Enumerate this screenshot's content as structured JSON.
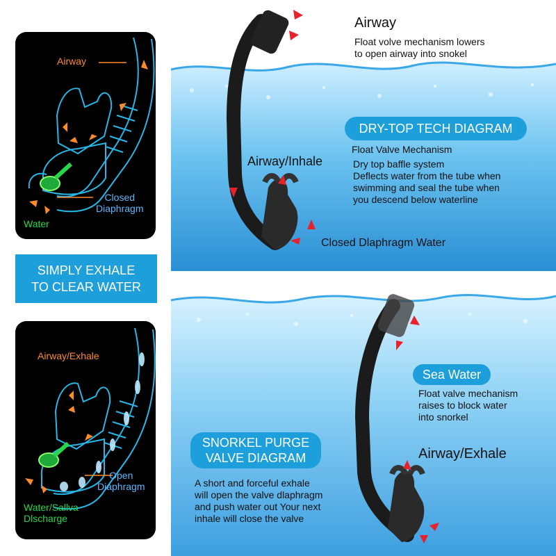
{
  "left_top_card": {
    "airway_label": "Airway",
    "closed_label_line1": "Closed",
    "closed_label_line2": "Diaphragm",
    "water_label": "Water"
  },
  "exhale_banner": {
    "line1": "SIMPLY EXHALE",
    "line2": "TO CLEAR WATER"
  },
  "left_bottom_card": {
    "airway_label": "Airway/Exhale",
    "open_label_line1": "Open",
    "open_label_line2": "Diaphragm",
    "water_label_line1": "Water/Sallva",
    "water_label_line2": "Dlscharge"
  },
  "top_panel": {
    "airway_title": "Airway",
    "airway_desc_line1": "Float volve mechanism lowers",
    "airway_desc_line2": "to open airway into snokel",
    "diagram_title": "DRY-TOP TECH DIAGRAM",
    "float_valve": "Float Valve Mechanism",
    "baffle_line1": "Dry top baffle system",
    "baffle_line2": "Deflects water from the tube when",
    "baffle_line3": "swimming and seal the tube when",
    "baffle_line4": "you descend below waterline",
    "inhale_label": "Airway/Inhale",
    "closed_water_label": "Closed Dlaphragm Water"
  },
  "bottom_panel": {
    "sea_water_title": "Sea Water",
    "float_desc_line1": "Float valve mechanism",
    "float_desc_line2": "raises to block water",
    "float_desc_line3": "into snorkel",
    "diagram_title_line1": "SNORKEL PURGE",
    "diagram_title_line2": "VALVE DIAGRAM",
    "exhale_label": "Airway/Exhale",
    "purge_line1": "A short and forceful exhale",
    "purge_line2": "will open the valve dlaphragm",
    "purge_line3": "and push water out Your next",
    "purge_line4": "inhale will close the valve"
  },
  "colors": {
    "accent_blue": "#1d9fdc",
    "label_orange": "#ff8a2a",
    "label_blue": "#5cb8ff",
    "label_green": "#27d64a",
    "arrow_red": "#e8212a",
    "outline_cyan": "#27b8e8"
  },
  "icons": [
    "snorkel-outline-icon",
    "snorkel-product-icon",
    "red-arrow-icon",
    "orange-arrow-icon",
    "water-splash-icon"
  ]
}
